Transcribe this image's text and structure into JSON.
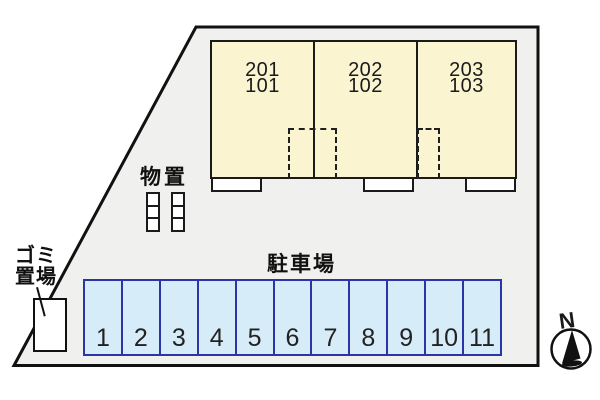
{
  "labels": {
    "storage": "物置",
    "garbage": [
      "ゴミ",
      "置場"
    ],
    "parking": "駐車場",
    "north": "N"
  },
  "building": {
    "units": [
      {
        "upper": "201",
        "lower": "101"
      },
      {
        "upper": "202",
        "lower": "102"
      },
      {
        "upper": "203",
        "lower": "103"
      }
    ]
  },
  "parking_spaces": [
    "1",
    "2",
    "3",
    "4",
    "5",
    "6",
    "7",
    "8",
    "9",
    "10",
    "11"
  ],
  "colors": {
    "plot_fill": "#f0f0ee",
    "building_fill": "#faf4d1",
    "parking_fill": "#d7ecf9",
    "parking_border": "#2a35a8",
    "outline": "#111111"
  }
}
